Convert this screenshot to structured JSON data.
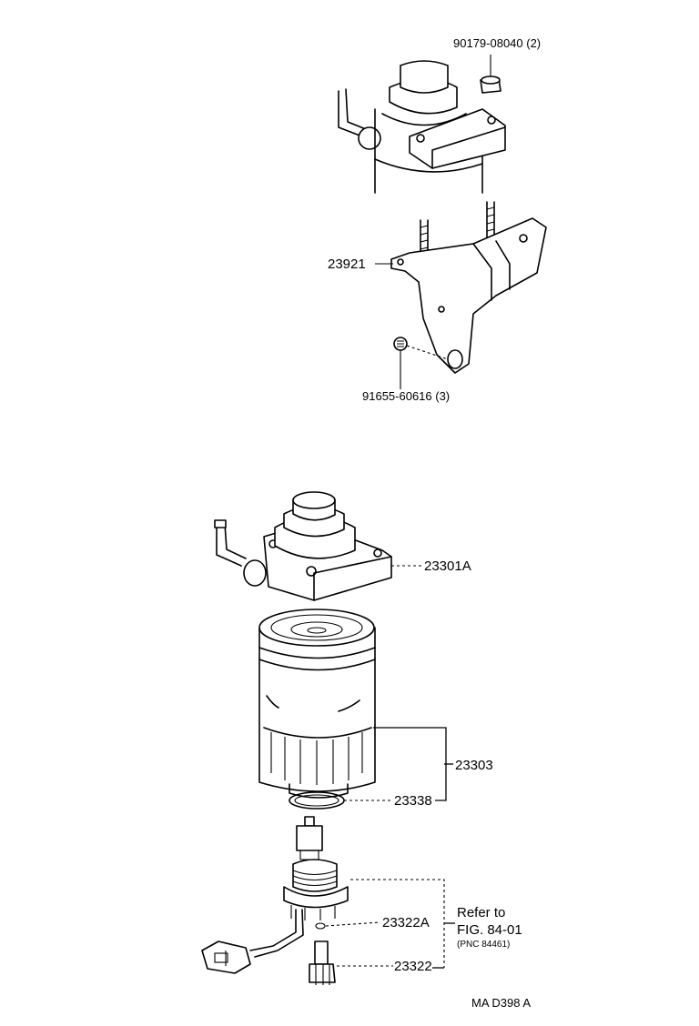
{
  "labels": {
    "bolt_top": "90179-08040 (2)",
    "bracket": "23921",
    "bolt_bracket": "91655-60616 (3)",
    "filter_head": "23301A",
    "filter_assy": "23303",
    "o_ring": "23338",
    "drain_plug_o_ring": "23322A",
    "drain_plug": "23322",
    "refer_line1": "Refer to",
    "refer_line2": "FIG. 84-01",
    "refer_line3": "(PNC 84461)",
    "figure_code": "MA  D398 A"
  }
}
